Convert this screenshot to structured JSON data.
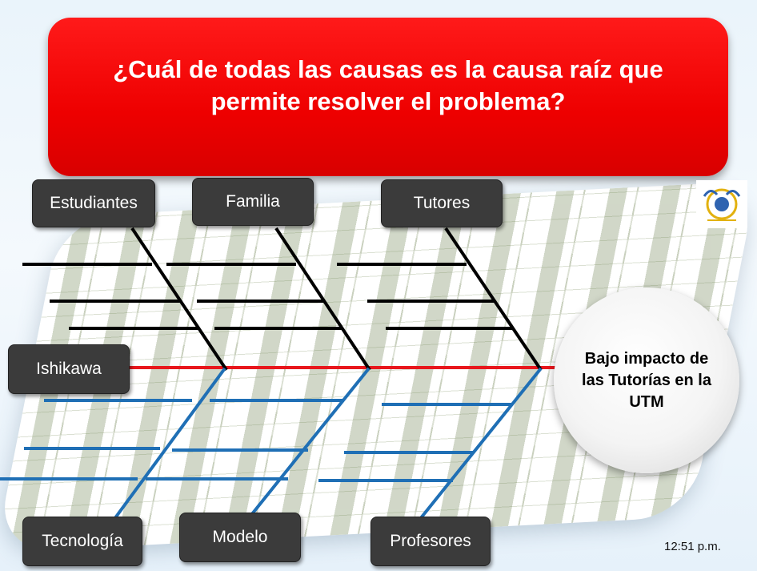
{
  "title": "¿Cuál de todas las causas es la causa raíz que permite resolver el problema?",
  "categories": {
    "estudiantes": "Estudiantes",
    "familia": "Familia",
    "tutores": "Tutores",
    "ishikawa": "Ishikawa",
    "tecnologia": "Tecnología",
    "modelo": "Modelo",
    "profesores": "Profesores"
  },
  "effect": "Bajo impacto de las Tutorías en la UTM",
  "timestamp": "12:51 p.m.",
  "colors": {
    "title_bg": "#ee0000",
    "spine": "#e8161c",
    "top_bones": "#000000",
    "bottom_bones": "#1f6fb5",
    "label_bg": "#3b3b3b"
  },
  "icons": {
    "logo": "university-seal-icon"
  }
}
